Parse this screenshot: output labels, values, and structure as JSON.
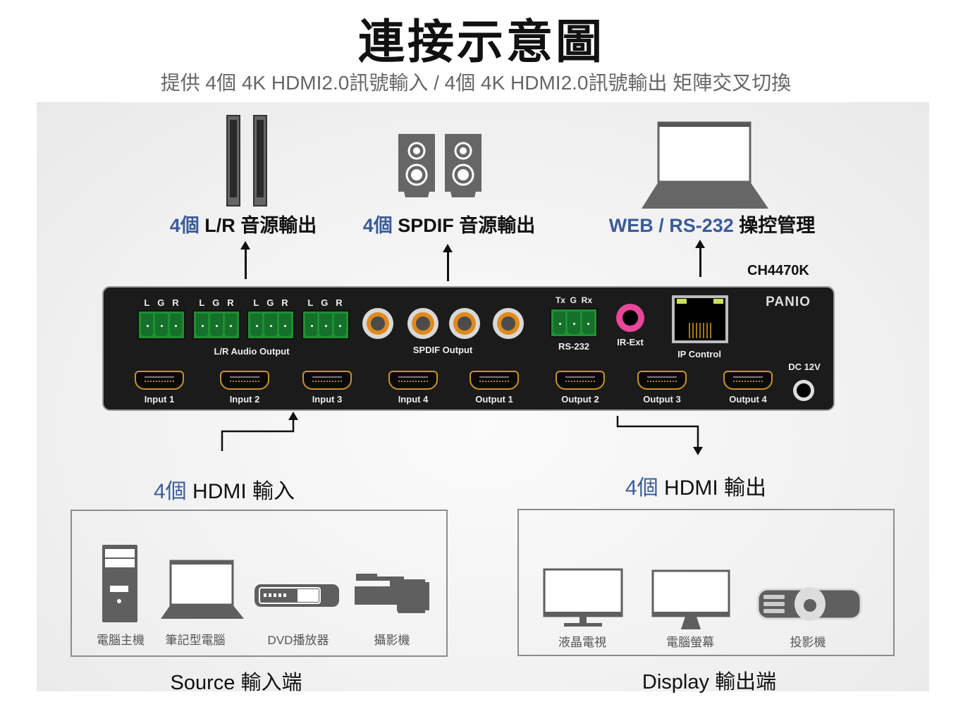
{
  "title": "連接示意圖",
  "subtitle": "提供 4個 4K HDMI2.0訊號輸入 / 4個 4K HDMI2.0訊號輸出 矩陣交叉切換",
  "top_labels": {
    "lr": {
      "count": "4個",
      "text": "L/R 音源輸出"
    },
    "spdif": {
      "count": "4個",
      "text": "SPDIF 音源輸出"
    },
    "control": {
      "prefix": "WEB / RS-232",
      "text": "操控管理"
    }
  },
  "model": "CH4470K",
  "panel": {
    "brand": "PANIO",
    "lgr": [
      "L",
      "G",
      "R"
    ],
    "lr_audio_label": "L/R Audio Output",
    "spdif_label": "SPDIF Output",
    "rs232_pins": [
      "Tx",
      "G",
      "Rx"
    ],
    "rs232_label": "RS-232",
    "ir_label": "IR-Ext",
    "ip_label": "IP Control",
    "dc_label": "DC 12V",
    "hdmi_ports": [
      "Input 1",
      "Input 2",
      "Input 3",
      "Input 4",
      "Output 1",
      "Output 2",
      "Output 3",
      "Output 4"
    ]
  },
  "hdmi_in": {
    "count": "4個",
    "text": "HDMI 輸入"
  },
  "hdmi_out": {
    "count": "4個",
    "text": "HDMI 輸出"
  },
  "sources": [
    "電腦主機",
    "筆記型電腦",
    "DVD播放器",
    "攝影機"
  ],
  "displays": [
    "液晶電視",
    "電腦螢幕",
    "投影機"
  ],
  "source_title": "Source 輸入端",
  "display_title": "Display 輸出端",
  "colors": {
    "accent_blue": "#3b5b98",
    "panel": "#1b1b1b",
    "terminal_green": "#1f8f32",
    "rca_orange": "#e08a1c",
    "ir_pink": "#e8479a",
    "icon_gray": "#5f5f5f"
  }
}
